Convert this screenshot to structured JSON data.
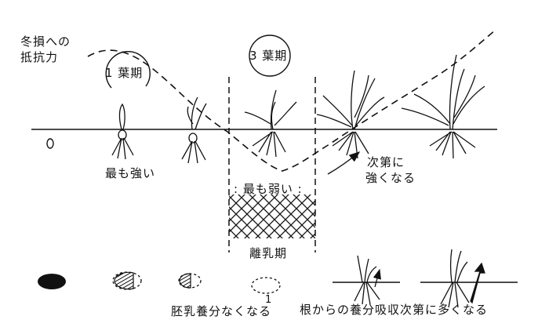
{
  "labels": {
    "cold_damage_resistance_line1": "冬損への",
    "cold_damage_resistance_line2": "抵抗力",
    "stage_leaf1": "1 葉期",
    "stage_leaf3": "3 葉期",
    "seed_zero": "0",
    "strongest": "最も強い",
    "weakest": ": 最も弱い :",
    "gradually_line1": "次第に",
    "gradually_line2": "強くなる",
    "weaning_period": "離乳期",
    "endosperm_depleted": "胚乳養分なくなる",
    "endosperm_marker": "1",
    "root_absorption": "根からの養分吸収次第に多くなる"
  },
  "colors": {
    "ink": "#111111",
    "background": "#ffffff"
  },
  "icons": {
    "seed_series": [
      "seed-full-icon",
      "seed-mostly-full-icon",
      "seed-half-icon",
      "seed-empty-icon"
    ],
    "plant_series": [
      "seedling-stage0-icon",
      "seedling-leaf1-icon",
      "seedling-leaf2-icon",
      "seedling-leaf3-icon",
      "seedling-leaf4-icon",
      "seedling-mature-icon"
    ]
  }
}
